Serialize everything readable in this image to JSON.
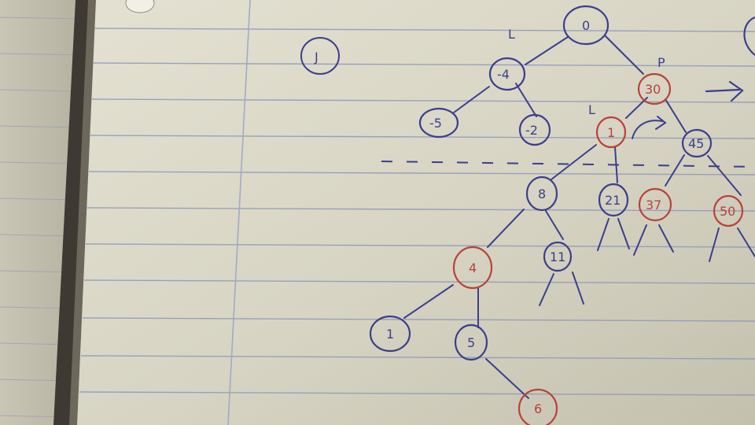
{
  "image": {
    "kind": "photo of handwritten notebook page",
    "subject": "hand-drawn binary tree of circled nodes in blue and red ink on lined paper"
  },
  "colors": {
    "paper": "#d9d6c6",
    "paper_shadow": "#b9b5a4",
    "rule_line": "#8e97b8",
    "margin_line": "#a3aac6",
    "blue_ink": "#3b3f8c",
    "red_ink": "#b8423a",
    "binding_dark": "#3e3a33"
  },
  "annotations": {
    "left_child_mark": "L",
    "right_child_mark": "P",
    "rotation_mark": "L",
    "corner_mark": "J"
  },
  "nodes": [
    {
      "id": "root",
      "label": "0",
      "ink": "blue"
    },
    {
      "id": "n-4",
      "label": "-4",
      "ink": "blue"
    },
    {
      "id": "n-5",
      "label": "-5",
      "ink": "blue"
    },
    {
      "id": "n-2",
      "label": "-2",
      "ink": "blue"
    },
    {
      "id": "n30",
      "label": "30",
      "ink": "red"
    },
    {
      "id": "n1",
      "label": "1",
      "ink": "red"
    },
    {
      "id": "n45",
      "label": "45",
      "ink": "blue"
    },
    {
      "id": "n8",
      "label": "8",
      "ink": "blue"
    },
    {
      "id": "n21",
      "label": "21",
      "ink": "blue"
    },
    {
      "id": "n37",
      "label": "37",
      "ink": "red"
    },
    {
      "id": "n50",
      "label": "50",
      "ink": "red"
    },
    {
      "id": "n4",
      "label": "4",
      "ink": "red"
    },
    {
      "id": "n11",
      "label": "11",
      "ink": "blue"
    },
    {
      "id": "n1b",
      "label": "1",
      "ink": "blue"
    },
    {
      "id": "n5",
      "label": "5",
      "ink": "blue"
    },
    {
      "id": "n6",
      "label": "6",
      "ink": "red"
    }
  ]
}
